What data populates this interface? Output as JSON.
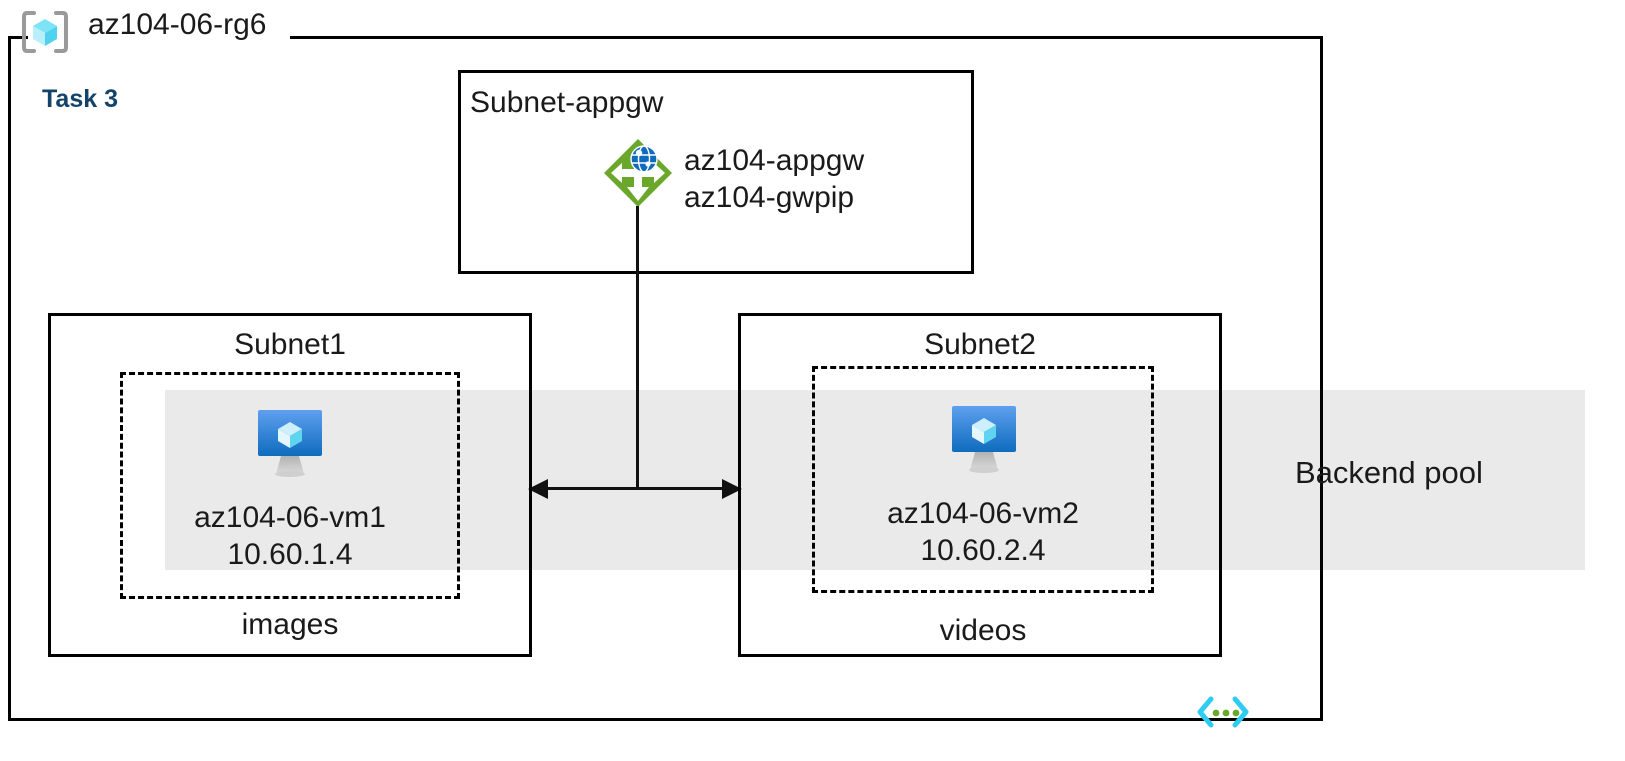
{
  "diagram": {
    "resource_group": {
      "name": "az104-06-rg6",
      "icon": "resource-group-cube-icon"
    },
    "task_label": "Task 3",
    "task_color": "#12436b",
    "backend_pool": {
      "label": "Backend pool",
      "band_color": "#eaeaea"
    },
    "subnets": [
      {
        "id": "subnet-appgw",
        "title": "Subnet-appgw",
        "resources": [
          {
            "icon": "application-gateway-icon",
            "lines": [
              "az104-appgw",
              "az104-gwpip"
            ]
          }
        ]
      },
      {
        "id": "subnet1",
        "title": "Subnet1",
        "footer": "images",
        "vm": {
          "icon": "virtual-machine-icon",
          "name": "az104-06-vm1",
          "ip": "10.60.1.4"
        }
      },
      {
        "id": "subnet2",
        "title": "Subnet2",
        "footer": "videos",
        "vm": {
          "icon": "virtual-machine-icon",
          "name": "az104-06-vm2",
          "ip": "10.60.2.4"
        }
      }
    ],
    "footer_icon": "code-brackets-icon",
    "colors": {
      "appgw_green": "#6aa72b",
      "globe_blue": "#0f6cbd",
      "vm_blue_top": "#5ea0ef",
      "vm_blue_bottom": "#0f6cbd",
      "cube_cyan": "#9fe6f7",
      "bracket_gray": "#9a9a9a",
      "code_cyan": "#2ecbf2",
      "code_dot_green": "#6aa72b",
      "stroke": "#000000"
    }
  }
}
